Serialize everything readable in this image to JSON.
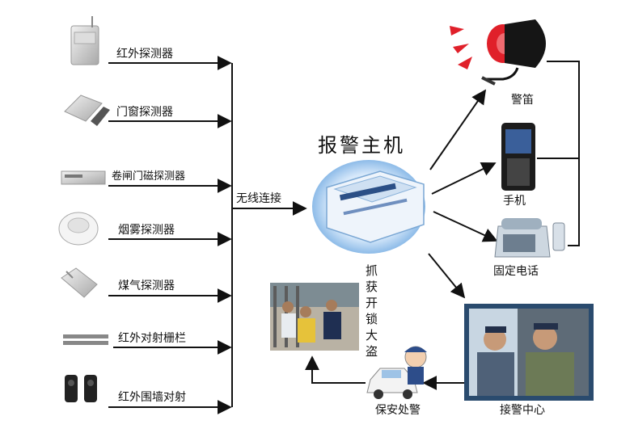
{
  "title": "报警主机",
  "wireless_label": "无线连接",
  "detectors": [
    {
      "label": "红外探测器",
      "icon": "pir-detector-icon"
    },
    {
      "label": "门窗探测器",
      "icon": "door-window-sensor-icon"
    },
    {
      "label": "卷闸门磁探测器",
      "icon": "shutter-magnetic-sensor-icon"
    },
    {
      "label": "烟雾探测器",
      "icon": "smoke-detector-icon"
    },
    {
      "label": "煤气探测器",
      "icon": "gas-detector-icon"
    },
    {
      "label": "红外对射栅栏",
      "icon": "infrared-fence-icon"
    },
    {
      "label": "红外围墙对射",
      "icon": "infrared-beam-icon"
    }
  ],
  "outputs": {
    "siren": "警笛",
    "mobile": "手机",
    "landline": "固定电话",
    "center": "接警中心",
    "guard": "保安处警"
  },
  "arrest_text": [
    "抓",
    "获",
    "开",
    "锁",
    "大",
    "盗"
  ],
  "colors": {
    "arrow": "#111111",
    "host_blue": "#4a8fd0",
    "siren_red": "#e0202a"
  }
}
